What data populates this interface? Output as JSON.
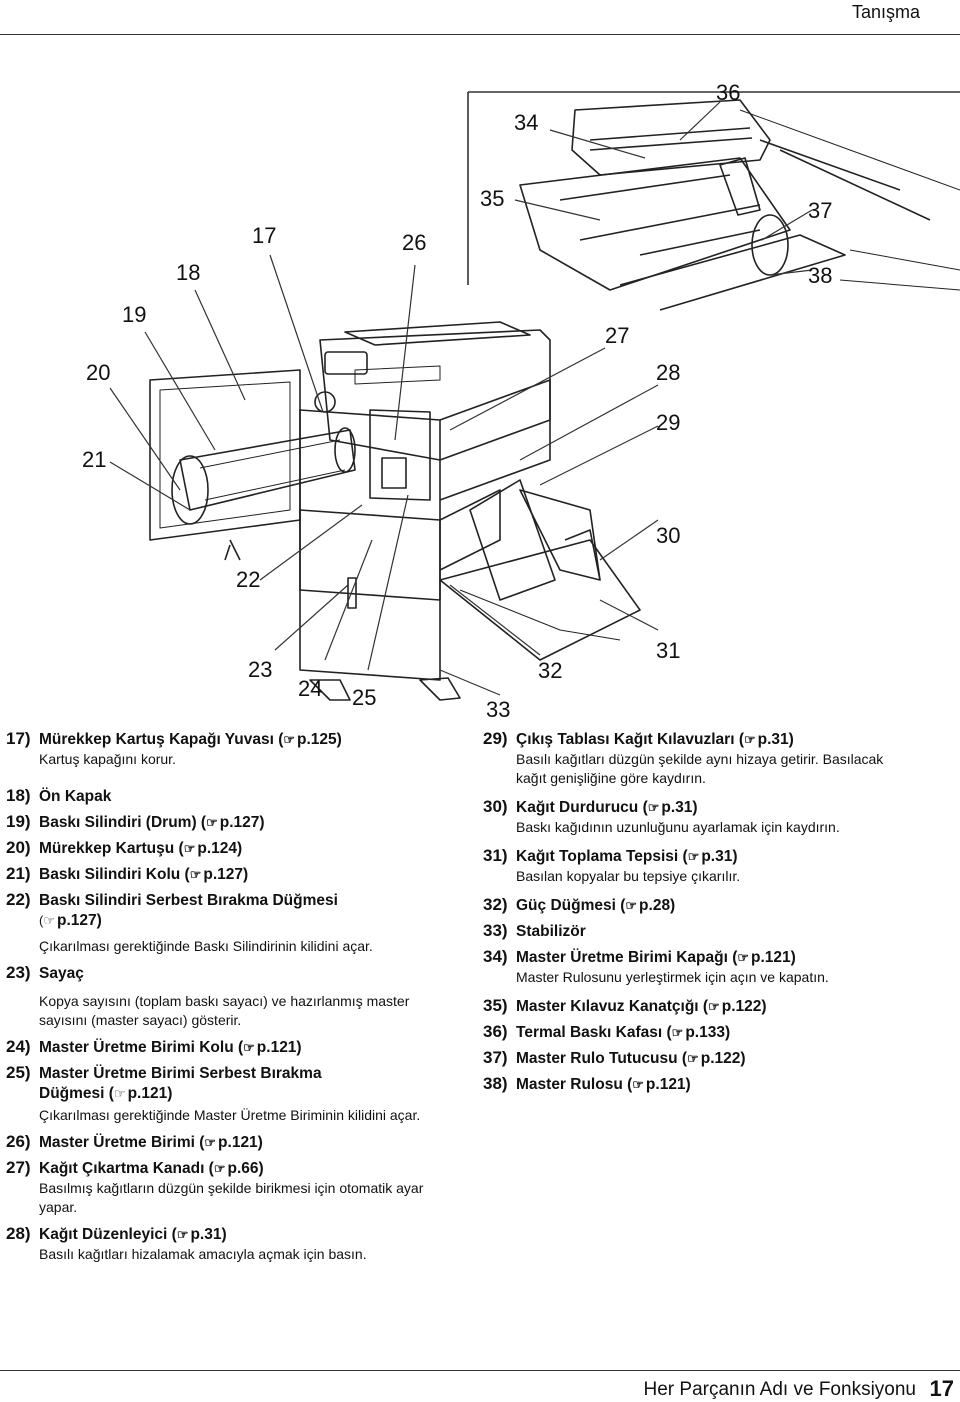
{
  "header": {
    "section": "Tanışma"
  },
  "footer": {
    "title": "Her Parçanın Adı ve Fonksiyonu",
    "page": "17"
  },
  "diagram": {
    "callouts": [
      {
        "num": "17"
      },
      {
        "num": "18"
      },
      {
        "num": "19"
      },
      {
        "num": "20"
      },
      {
        "num": "21"
      },
      {
        "num": "22"
      },
      {
        "num": "23"
      },
      {
        "num": "24"
      },
      {
        "num": "25"
      },
      {
        "num": "26"
      },
      {
        "num": "27"
      },
      {
        "num": "28"
      },
      {
        "num": "29"
      },
      {
        "num": "30"
      },
      {
        "num": "31"
      },
      {
        "num": "32"
      },
      {
        "num": "33"
      },
      {
        "num": "34"
      },
      {
        "num": "35"
      },
      {
        "num": "36"
      },
      {
        "num": "37"
      },
      {
        "num": "38"
      }
    ]
  },
  "items_left": [
    {
      "num": "17)",
      "title": "Mürekkep Kartuş Kapağı Yuvası (",
      "ref": "p.125)",
      "desc": "Kartuş kapağını korur."
    },
    {
      "num": "18)",
      "title": "Ön Kapak"
    },
    {
      "num": "19)",
      "title": "Baskı Silindiri (Drum) (",
      "ref": "p.127)"
    },
    {
      "num": "20)",
      "title": "Mürekkep Kartuşu (",
      "ref": "p.124)"
    },
    {
      "num": "21)",
      "title": "Baskı Silindiri Kolu (",
      "ref": "p.127)"
    },
    {
      "num": "22)",
      "title": "Baskı Silindiri Serbest Bırakma Düğmesi",
      "sub": "p.127)",
      "desc": "Çıkarılması gerektiğinde Baskı Silindirinin kilidini açar."
    },
    {
      "num": "23)",
      "title": "Sayaç",
      "desc": "Kopya sayısını (toplam baskı sayacı) ve hazırlanmış master sayısını (master sayacı) gösterir."
    },
    {
      "num": "24)",
      "title": "Master Üretme Birimi Kolu (",
      "ref": "p.121)"
    },
    {
      "num": "25)",
      "title": "Master Üretme Birimi Serbest Bırakma",
      "sub_text": "Düğmesi (",
      "sub": "p.121)",
      "desc": "Çıkarılması gerektiğinde Master Üretme Biriminin kilidini açar."
    },
    {
      "num": "26)",
      "title": "Master Üretme Birimi (",
      "ref": "p.121)"
    },
    {
      "num": "27)",
      "title": "Kağıt Çıkartma Kanadı (",
      "ref": "p.66)",
      "desc": "Basılmış kağıtların düzgün şekilde birikmesi için otomatik ayar yapar."
    },
    {
      "num": "28)",
      "title": "Kağıt Düzenleyici (",
      "ref": "p.31)",
      "desc": "Basılı kağıtları hizalamak amacıyla açmak için basın."
    }
  ],
  "items_right": [
    {
      "num": "29)",
      "title": "Çıkış Tablası Kağıt Kılavuzları (",
      "ref": "p.31)",
      "desc": "Basılı kağıtları düzgün şekilde aynı hizaya getirir. Basılacak kağıt genişliğine göre kaydırın."
    },
    {
      "num": "30)",
      "title": "Kağıt Durdurucu (",
      "ref": "p.31)",
      "desc": "Baskı kağıdının uzunluğunu ayarlamak için kaydırın."
    },
    {
      "num": "31)",
      "title": "Kağıt Toplama Tepsisi (",
      "ref": "p.31)",
      "desc": "Basılan kopyalar bu tepsiye çıkarılır."
    },
    {
      "num": "32)",
      "title": "Güç Düğmesi (",
      "ref": "p.28)"
    },
    {
      "num": "33)",
      "title": "Stabilizör"
    },
    {
      "num": "34)",
      "title": "Master Üretme Birimi Kapağı (",
      "ref": "p.121)",
      "desc": "Master Rulosunu yerleştirmek için açın ve kapatın."
    },
    {
      "num": "35)",
      "title": "Master Kılavuz Kanatçığı (",
      "ref": "p.122)"
    },
    {
      "num": "36)",
      "title": "Termal Baskı Kafası (",
      "ref": "p.133)"
    },
    {
      "num": "37)",
      "title": "Master Rulo Tutucusu (",
      "ref": "p.122)"
    },
    {
      "num": "38)",
      "title": "Master Rulosu (",
      "ref": "p.121)"
    }
  ]
}
